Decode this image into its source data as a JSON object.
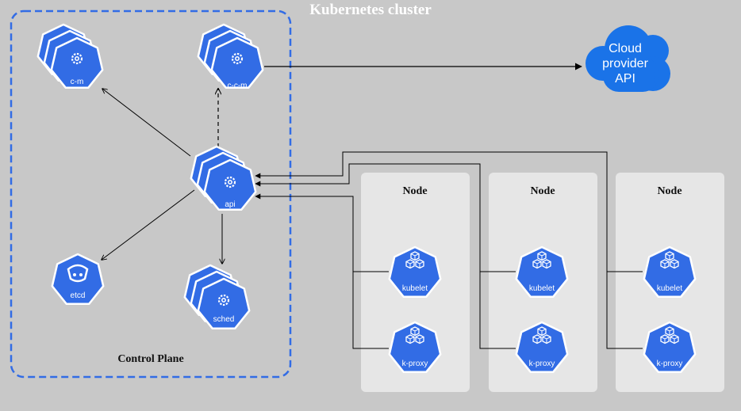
{
  "cluster": {
    "title": "Kubernetes cluster"
  },
  "control_plane": {
    "label": "Control Plane",
    "components": {
      "cm": "c-m",
      "ccm": "c-c-m",
      "api": "api",
      "etcd": "etcd",
      "sched": "sched"
    }
  },
  "cloud": {
    "line1": "Cloud",
    "line2": "provider",
    "line3": "API"
  },
  "nodes": [
    {
      "label": "Node",
      "kubelet": "kubelet",
      "proxy": "k-proxy"
    },
    {
      "label": "Node",
      "kubelet": "kubelet",
      "proxy": "k-proxy"
    },
    {
      "label": "Node",
      "kubelet": "kubelet",
      "proxy": "k-proxy"
    }
  ],
  "colors": {
    "background": "#c8c8c8",
    "node_box": "#e6e6e6",
    "k8s_blue": "#326ce5",
    "dashed_border": "#326ce5",
    "cloud": "#1a73e8"
  }
}
